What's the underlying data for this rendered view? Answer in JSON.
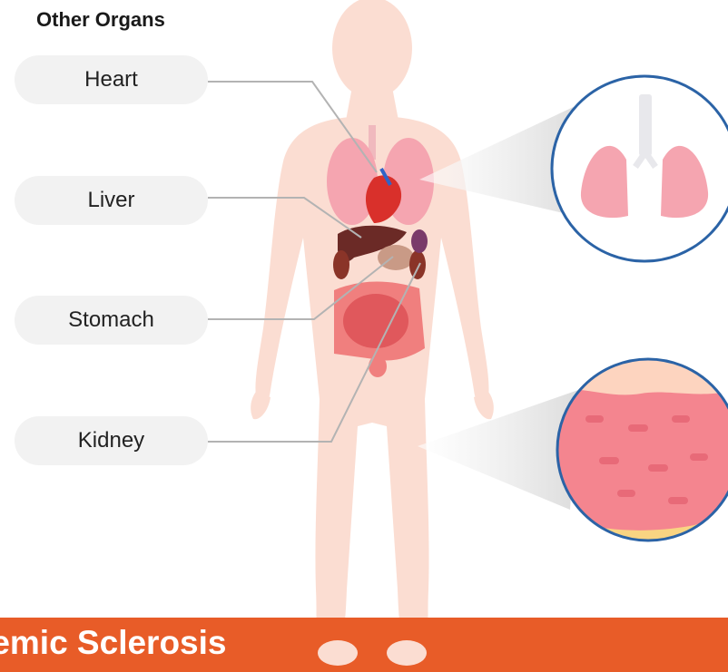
{
  "heading": "Other Organs",
  "organ_labels": [
    "Heart",
    "Liver",
    "Stomach",
    "Kidney"
  ],
  "banner_title": "temic Sclerosis",
  "colors": {
    "body": "#fbddd2",
    "lung": "#f5a5b0",
    "heart": "#d9302b",
    "liver": "#6b2a26",
    "intestine": "#f07f7e",
    "banner": "#e85c28",
    "circle_border": "#2b63a6",
    "skin_patch": "#f4858f"
  }
}
